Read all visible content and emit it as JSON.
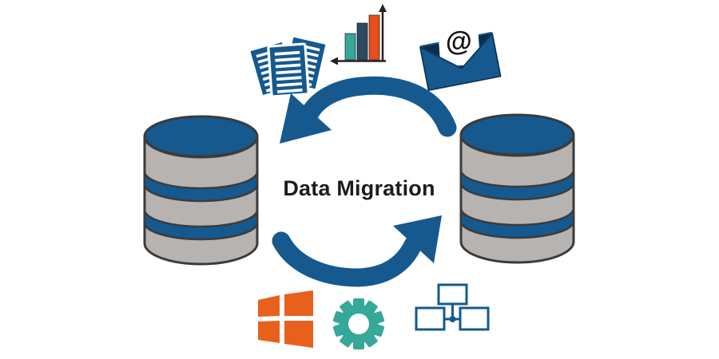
{
  "title": "Data Migration",
  "background": "#ffffff",
  "colors": {
    "primary_blue": "#15598f",
    "database_gray": "#b6b3b0",
    "outline_dark": "#3b3b3b",
    "teal": "#35a89a",
    "dark_slate": "#2d4a63",
    "orange_red": "#e84e1d",
    "windows_orange": "#e8611c",
    "title_text": "#1c1c1c"
  },
  "nodes": {
    "left_database": {
      "name": "source-database"
    },
    "right_database": {
      "name": "target-database"
    }
  },
  "arrows": {
    "top": {
      "name": "arrow-top",
      "direction": "right-to-left"
    },
    "bottom": {
      "name": "arrow-bottom",
      "direction": "left-to-right"
    }
  },
  "icons": {
    "documents": {
      "name": "documents-icon"
    },
    "bar_chart": {
      "name": "bar-chart-icon"
    },
    "email": {
      "name": "email-icon",
      "at_symbol": "@"
    },
    "windows": {
      "name": "windows-icon"
    },
    "gear": {
      "name": "gear-icon"
    },
    "network": {
      "name": "network-icon"
    }
  }
}
